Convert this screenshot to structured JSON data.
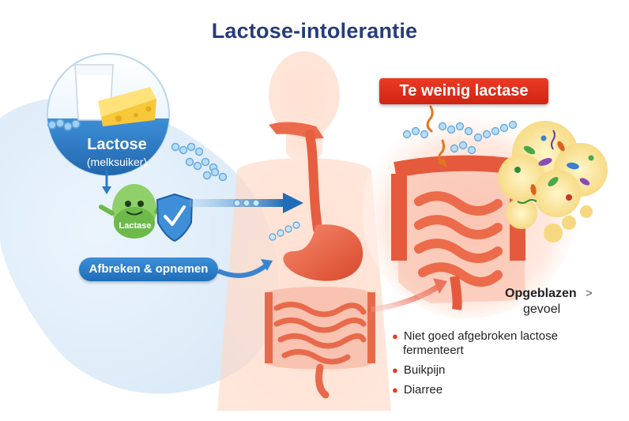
{
  "title": "Lactose-intolerantie",
  "lactose": {
    "label": "Lactose",
    "sublabel": "(melksuiker)"
  },
  "enzyme": {
    "label": "Lactase"
  },
  "absorb_label": "Afbreken & opnemen",
  "deficiency_label": "Te weinig lactase",
  "bloating": {
    "line1": "Opgeblazen",
    "arrow": ">",
    "line2": "gevoel"
  },
  "symptoms": [
    {
      "line1": "Niet goed afgebroken lactose",
      "line2": "fermenteert"
    },
    {
      "line1": "Buikpijn"
    },
    {
      "line1": "Diarree"
    }
  ],
  "colors": {
    "title": "#263c7a",
    "accent_blue": "#1f6db8",
    "alert_red": "#e0301c",
    "gut": "#ec6a4c"
  }
}
